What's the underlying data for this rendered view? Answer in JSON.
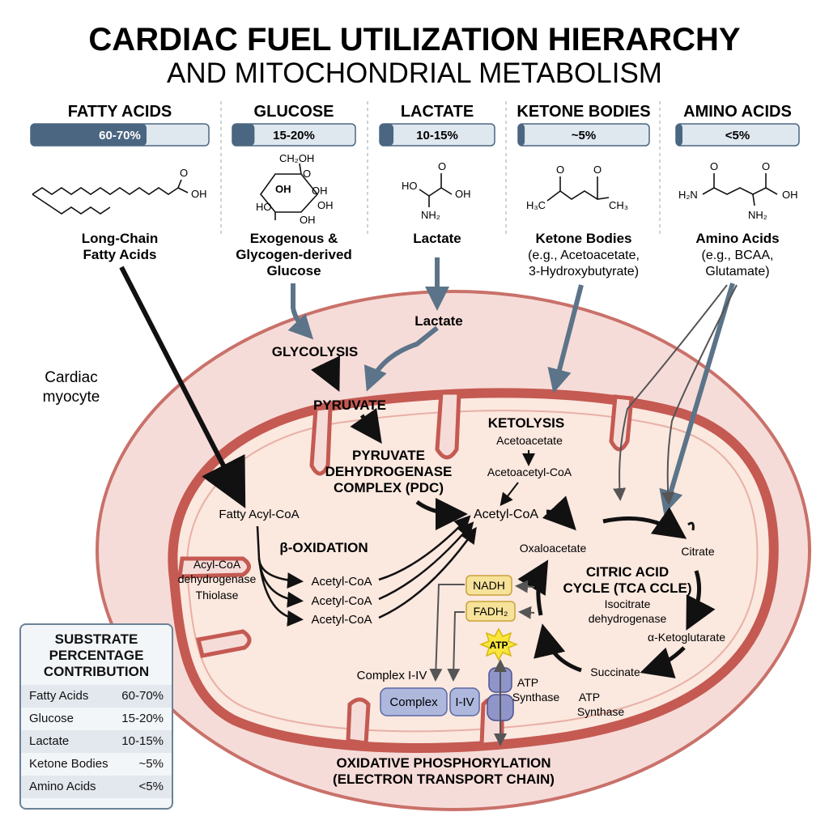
{
  "title": "CARDIAC FUEL UTILIZATION HIERARCHY",
  "subtitle": "AND MITOCHONDRIAL METABOLISM",
  "substrates": [
    {
      "name": "FATTY ACIDS",
      "percent_label": "60-70%",
      "fill_fraction": 0.65,
      "caption": [
        "Long-Chain",
        "Fatty Acids"
      ]
    },
    {
      "name": "GLUCOSE",
      "percent_label": "15-20%",
      "fill_fraction": 0.18,
      "caption": [
        "Exogenous &",
        "Glycogen-derived",
        "Glucose"
      ]
    },
    {
      "name": "LACTATE",
      "percent_label": "10-15%",
      "fill_fraction": 0.12,
      "caption": [
        "Lactate"
      ]
    },
    {
      "name": "KETONE BODIES",
      "percent_label": "~5%",
      "fill_fraction": 0.05,
      "caption": [
        "Ketone Bodies",
        "(e.g., Acetoacetate,",
        "3-Hydroxybutyrate)"
      ]
    },
    {
      "name": "AMINO ACIDS",
      "percent_label": "<5%",
      "fill_fraction": 0.04,
      "caption": [
        "Amino Acids",
        "(e.g., BCAA,",
        "Glutamate)"
      ]
    }
  ],
  "structures": {
    "glucose": [
      "CH₂OH",
      "O",
      "OH",
      "OH",
      "HO",
      "OH",
      "OH"
    ],
    "fatty_acid": [
      "O",
      "OH"
    ],
    "lactate": [
      "HO",
      "O",
      "OH",
      "NH₂"
    ],
    "ketone": [
      "O",
      "O",
      "H₃C",
      "CH₃"
    ],
    "amino": [
      "O",
      "O",
      "H₂N",
      "OH",
      "NH₂"
    ]
  },
  "cell": {
    "label": [
      "Cardiac",
      "myocyte"
    ],
    "lactate_entry": "Lactate",
    "glycolysis": "GLYCOLYSIS",
    "pyruvate": "PYRUVATE",
    "pdc": [
      "PYRUVATE",
      "DEHYDROGENASE",
      "COMPLEX (PDC)"
    ],
    "ketolysis": {
      "title": "KETOLYSIS",
      "steps": [
        "Acetoacetate",
        "Acetoacetyl-CoA"
      ]
    },
    "fatty_acyl_coa": "Fatty Acyl-CoA",
    "beta_oxidation": "β-OXIDATION",
    "enzymes": [
      "Acyl-CoA",
      "dehydrogenase",
      "Thiolase"
    ],
    "acetyl_coa_outputs": [
      "Acetyl-CoA",
      "Acetyl-CoA",
      "Acetyl-CoA"
    ],
    "acetyl_coa_main": "Acetyl-CoA",
    "tca": {
      "title": [
        "CITRIC ACID",
        "CYCLE (TCA CCLE)"
      ],
      "inner": [
        "Isocitrate",
        "dehydrogenase"
      ],
      "oxaloacetate": "Oxaloacetate",
      "citrate": "Citrate",
      "alpha_kg": "α-Ketoglutarate",
      "succinate": "Succinate"
    },
    "nadh": "NADH",
    "fadh2": "FADH₂",
    "atp": "ATP",
    "complex_label": "Complex I-IV",
    "complex_box": [
      "Complex",
      "I-IV"
    ],
    "atp_synthase_1": [
      "ATP",
      "Synthase"
    ],
    "atp_synthase_2": [
      "ATP",
      "Synthase"
    ],
    "oxphos": [
      "OXIDATIVE PHOSPHORYLATION",
      "(ELECTRON TRANSPORT CHAIN)"
    ]
  },
  "legend": {
    "title": [
      "SUBSTRATE",
      "PERCENTAGE",
      "CONTRIBUTION"
    ],
    "rows": [
      {
        "name": "Fatty Acids",
        "value": "60-70%"
      },
      {
        "name": "Glucose",
        "value": "15-20%"
      },
      {
        "name": "Lactate",
        "value": "10-15%"
      },
      {
        "name": "Ketone Bodies",
        "value": "~5%"
      },
      {
        "name": "Amino Acids",
        "value": "<5%"
      }
    ]
  },
  "colors": {
    "cell_fill": "#f6dcd8",
    "cell_stroke": "#c9716a",
    "mito_fill": "#fbe8df",
    "mito_stroke": "#c45a52",
    "bar_fill": "#4b6680",
    "bar_bg": "#dfe7ef",
    "nadh_fill": "#f7e29a",
    "atp_fill": "#f9e53c",
    "complex_fill": "#aeb8dd",
    "arrow_blue": "#5c7489"
  }
}
